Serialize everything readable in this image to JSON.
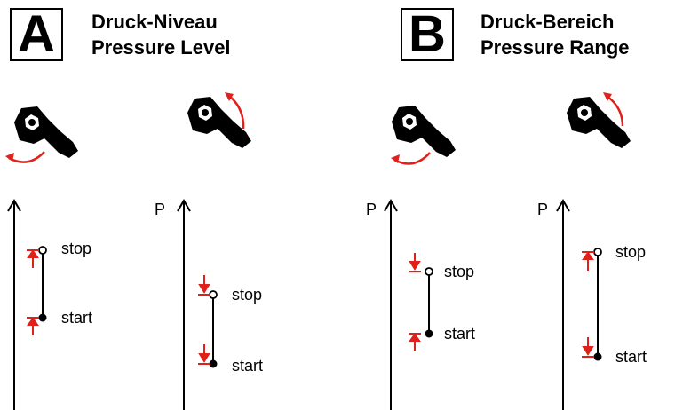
{
  "section_a": {
    "letter": "A",
    "title_de": "Druck-Niveau",
    "title_en": "Pressure Level"
  },
  "section_b": {
    "letter": "B",
    "title_de": "Druck-Bereich",
    "title_en": "Pressure Range"
  },
  "axis_label": "P",
  "stop_label": "stop",
  "start_label": "start",
  "colors": {
    "accent": "#e0201a",
    "ink": "#000000"
  },
  "icons": [
    "wrench-icon",
    "arrow-counterclockwise-icon",
    "arrow-clockwise-icon"
  ]
}
